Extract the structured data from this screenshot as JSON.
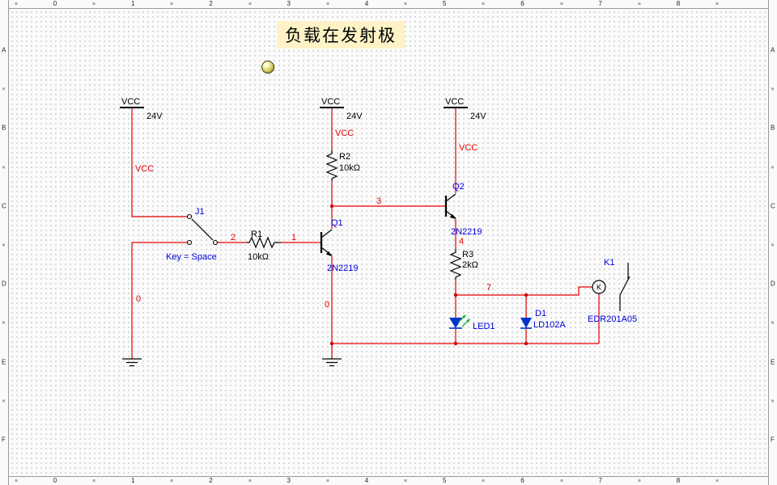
{
  "window": {
    "title_annotation": "负载在发射极"
  },
  "ruler": {
    "cols": [
      "0",
      "1",
      "2",
      "3",
      "4",
      "5",
      "6",
      "7",
      "8"
    ],
    "rows": [
      "A",
      "B",
      "C",
      "D",
      "E",
      "F"
    ]
  },
  "components": {
    "vcc_rail": {
      "symbol": "VCC",
      "voltage": "24V"
    },
    "j1": {
      "ref": "J1",
      "key_label": "Key = Space"
    },
    "r1": {
      "ref": "R1",
      "value": "10kΩ"
    },
    "r2": {
      "ref": "R2",
      "value": "10kΩ"
    },
    "r3": {
      "ref": "R3",
      "value": "2kΩ"
    },
    "q1": {
      "ref": "Q1",
      "part": "2N2219"
    },
    "q2": {
      "ref": "Q2",
      "part": "2N2219"
    },
    "led1": {
      "ref": "LED1"
    },
    "d1": {
      "ref": "D1",
      "part": "LD102A"
    },
    "k1": {
      "ref": "K1",
      "part": "EDR201A05",
      "coil": "K"
    }
  },
  "nets": {
    "gnd": "0",
    "n1": "1",
    "n2": "2",
    "n3": "3",
    "n4": "4",
    "n7": "7",
    "vcc": "VCC"
  },
  "colors": {
    "wire": "#e60000",
    "net_label": "#e60000",
    "ref_label": "#0000dd",
    "component": "#000000",
    "led_fill": "#0033cc",
    "emission": "#00aa22",
    "title_bg": "#fdf3c6",
    "grid_dot": "#b9b9b9"
  }
}
